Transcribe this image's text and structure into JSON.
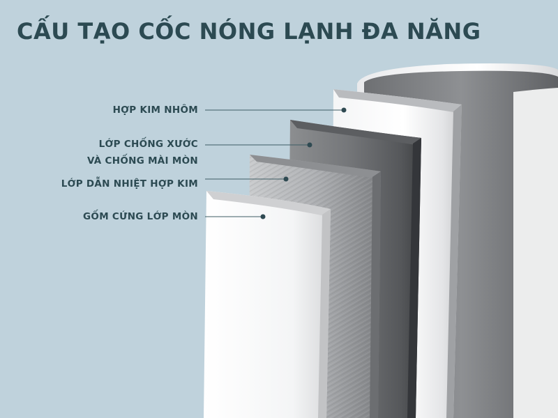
{
  "title": "CẤU TẠO CỐC NÓNG LẠNH ĐA NĂNG",
  "layers": [
    {
      "label_lines": [
        "HỢP KIM NHÔM"
      ]
    },
    {
      "label_lines": [
        "LỚP CHỐNG XƯỚC",
        "VÀ CHỐNG MÀI MÒN"
      ]
    },
    {
      "label_lines": [
        "LỚP DẪN NHIỆT HỢP KIM"
      ]
    },
    {
      "label_lines": [
        "GỐM CỨNG LỚP MÒN"
      ]
    }
  ],
  "colors": {
    "background": "#bfd2dc",
    "title_text": "#2c4a52",
    "label_text": "#2c4a52",
    "leader_line": "#3d5c64",
    "leader_dot": "#2f4a52"
  }
}
